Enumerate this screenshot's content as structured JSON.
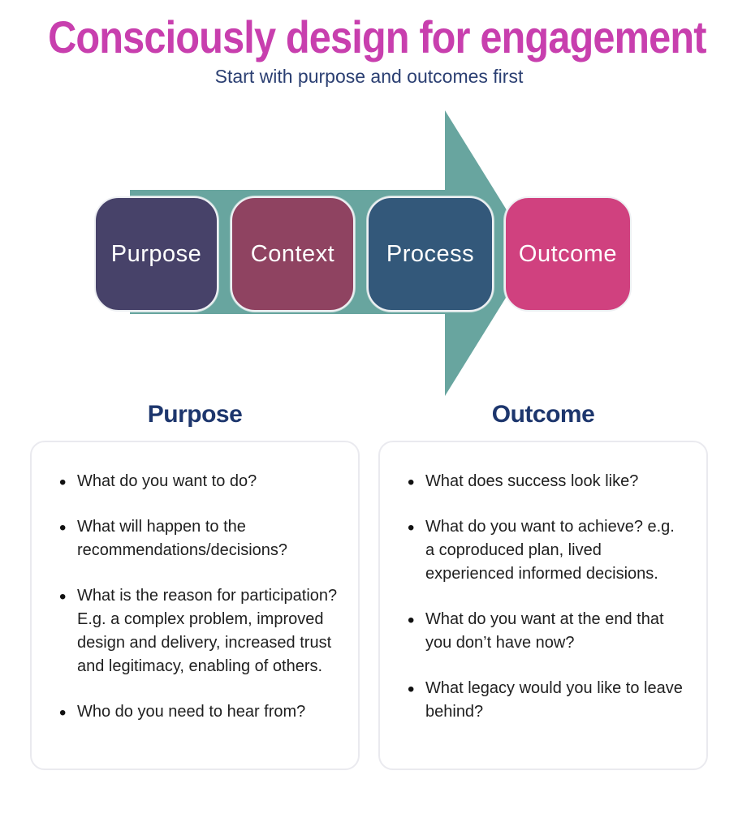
{
  "header": {
    "title": "Consciously design for engagement",
    "subtitle": "Start with purpose and outcomes first"
  },
  "colors": {
    "title": "#c83fae",
    "subtitle": "#2b3f72",
    "heading": "#1d366d",
    "arrow": "#68a59f",
    "body_text": "#1f1f1f",
    "card_border": "#eaeaef"
  },
  "diagram": {
    "arrow_color": "#68a59f",
    "steps": [
      {
        "label": "Purpose",
        "color": "#474269"
      },
      {
        "label": "Context",
        "color": "#8f4361"
      },
      {
        "label": "Process",
        "color": "#33587a"
      },
      {
        "label": "Outcome",
        "color": "#d0417f"
      }
    ]
  },
  "sections": [
    {
      "heading": "Purpose",
      "bullets": [
        "What do you want to do?",
        "What will happen to the recommendations/decisions?",
        "What is the reason for participation? E.g. a complex problem, improved design and delivery, increased trust and legitimacy, enabling of others.",
        "Who do you need to hear from?"
      ]
    },
    {
      "heading": "Outcome",
      "bullets": [
        "What does success look like?",
        "What do you want to achieve? e.g. a coproduced plan, lived experienced informed decisions.",
        "What do you want at the end that you don’t have now?",
        "What legacy would you like to leave behind?"
      ]
    }
  ]
}
